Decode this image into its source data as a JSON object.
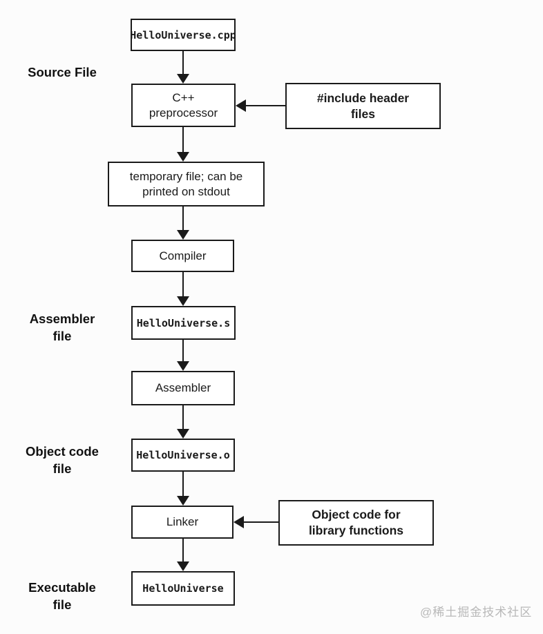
{
  "diagram": {
    "type": "flowchart",
    "topic": "C++ compilation pipeline from source file to executable",
    "colors": {
      "background": "#fcfcfc",
      "box_fill": "#ffffff",
      "line": "#1a1a1a",
      "watermark": "#b8b8b8"
    },
    "nodes": [
      {
        "id": "source",
        "label": "HelloUniverse.cpp",
        "style": "file"
      },
      {
        "id": "preprocessor",
        "label": "C++\npreprocessor",
        "style": "process"
      },
      {
        "id": "tempfile",
        "label": "temporary file; can be\nprinted on stdout",
        "style": "process"
      },
      {
        "id": "compiler",
        "label": "Compiler",
        "style": "process"
      },
      {
        "id": "asmfile",
        "label": "HelloUniverse.s",
        "style": "file"
      },
      {
        "id": "assembler",
        "label": "Assembler",
        "style": "process"
      },
      {
        "id": "objfile",
        "label": "HelloUniverse.o",
        "style": "file"
      },
      {
        "id": "linker",
        "label": "Linker",
        "style": "process"
      },
      {
        "id": "executable",
        "label": "HelloUniverse",
        "style": "file"
      }
    ],
    "annotations": [
      {
        "id": "include-headers",
        "label": "#include header\nfiles",
        "points_to": "preprocessor"
      },
      {
        "id": "object-library",
        "label": "Object code for\nlibrary functions",
        "points_to": "linker"
      }
    ],
    "side_labels": [
      {
        "text": "Source File",
        "for": "source"
      },
      {
        "text": "Assembler\nfile",
        "for": "asmfile"
      },
      {
        "text": "Object code\nfile",
        "for": "objfile"
      },
      {
        "text": "Executable\nfile",
        "for": "executable"
      }
    ],
    "edges": [
      {
        "from": "source",
        "to": "preprocessor",
        "direction": "down"
      },
      {
        "from": "include-headers",
        "to": "preprocessor",
        "direction": "left"
      },
      {
        "from": "preprocessor",
        "to": "tempfile",
        "direction": "down"
      },
      {
        "from": "tempfile",
        "to": "compiler",
        "direction": "down"
      },
      {
        "from": "compiler",
        "to": "asmfile",
        "direction": "down"
      },
      {
        "from": "asmfile",
        "to": "assembler",
        "direction": "down"
      },
      {
        "from": "assembler",
        "to": "objfile",
        "direction": "down"
      },
      {
        "from": "objfile",
        "to": "linker",
        "direction": "down"
      },
      {
        "from": "object-library",
        "to": "linker",
        "direction": "left"
      },
      {
        "from": "linker",
        "to": "executable",
        "direction": "down"
      }
    ],
    "watermark": "@稀土掘金技术社区"
  }
}
